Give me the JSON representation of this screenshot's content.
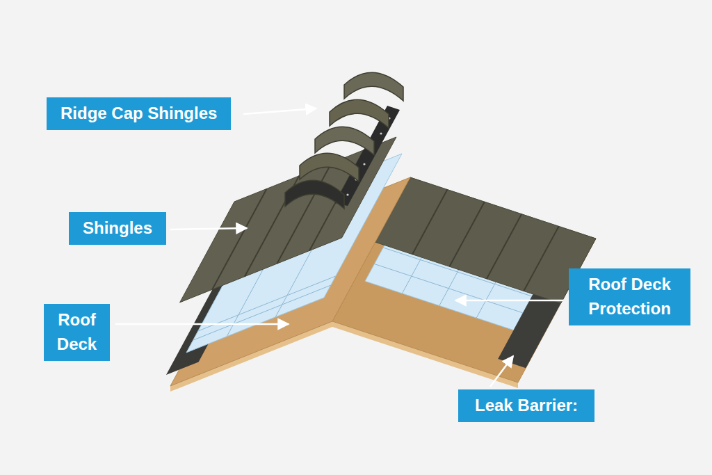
{
  "diagram": {
    "nodes": [
      {
        "text": [
          "Ridge Cap Shingles"
        ]
      },
      {
        "text": [
          "Shingles"
        ]
      },
      {
        "text": [
          "Roof Deck"
        ]
      },
      {
        "text": [
          "Roof Deck Protection"
        ]
      },
      {
        "text": [
          "Leak Barrier:"
        ]
      }
    ]
  }
}
